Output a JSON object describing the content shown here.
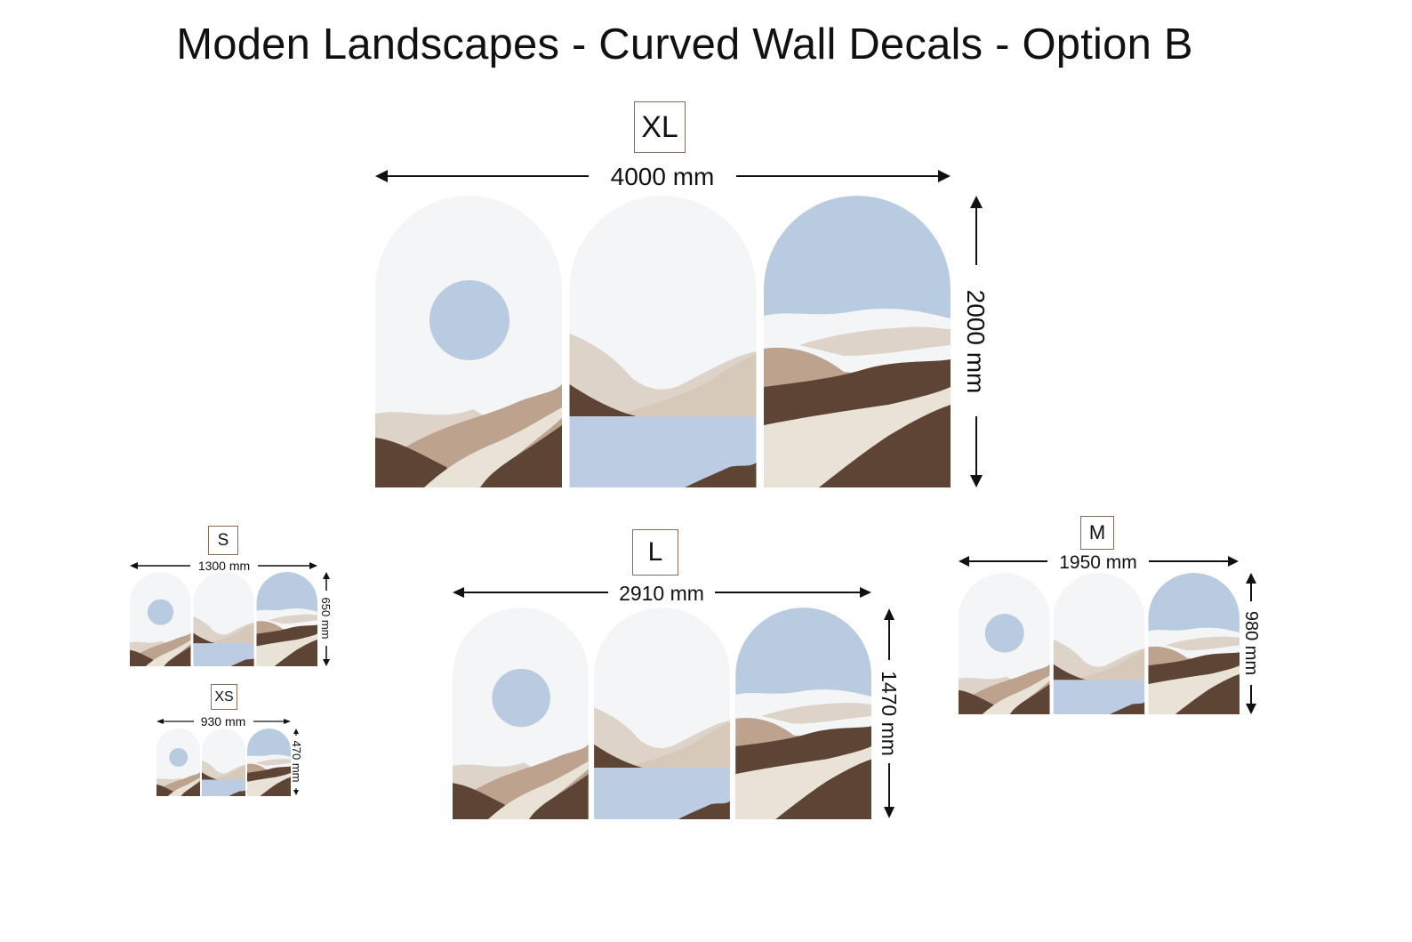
{
  "title": "Moden Landscapes - Curved Wall Decals - Option B",
  "colors": {
    "sky_light": "#f3f5f7",
    "sky_blue": "#b9cbe1",
    "sun": "#b9cbe1",
    "sand": "#ddd3c9",
    "tan": "#bda28e",
    "dark_brown": "#5e4435",
    "cream": "#e9e2d6",
    "water": "#bccce2",
    "tag_border": "#8a6a58"
  },
  "sizes": [
    {
      "id": "xl",
      "label": "XL",
      "width": "4000 mm",
      "height": "2000 mm"
    },
    {
      "id": "l",
      "label": "L",
      "width": "2910 mm",
      "height": "1470 mm"
    },
    {
      "id": "m",
      "label": "M",
      "width": "1950 mm",
      "height": "980 mm"
    },
    {
      "id": "s",
      "label": "S",
      "width": "1300 mm",
      "height": "650 mm"
    },
    {
      "id": "xs",
      "label": "XS",
      "width": "930 mm",
      "height": "470 mm"
    }
  ]
}
